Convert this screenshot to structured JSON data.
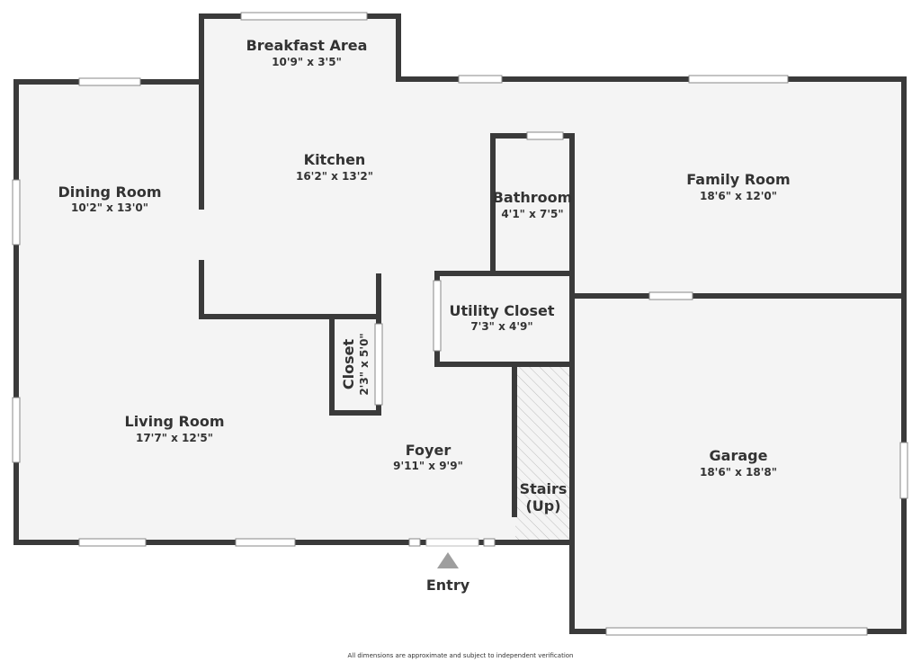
{
  "rooms": {
    "breakfast": {
      "name": "Breakfast Area",
      "dims": "10'9\" x 3'5\""
    },
    "kitchen": {
      "name": "Kitchen",
      "dims": "16'2\" x 13'2\""
    },
    "dining": {
      "name": "Dining Room",
      "dims": "10'2\" x 13'0\""
    },
    "bathroom": {
      "name": "Bathroom",
      "dims": "4'1\" x 7'5\""
    },
    "family": {
      "name": "Family Room",
      "dims": "18'6\" x 12'0\""
    },
    "utility": {
      "name": "Utility Closet",
      "dims": "7'3\" x 4'9\""
    },
    "closet": {
      "name": "Closet",
      "dims": "2'3\" x 5'0\""
    },
    "living": {
      "name": "Living Room",
      "dims": "17'7\" x 12'5\""
    },
    "foyer": {
      "name": "Foyer",
      "dims": "9'11\" x 9'9\""
    },
    "stairs": {
      "line1": "Stairs",
      "line2": "(Up)"
    },
    "garage": {
      "name": "Garage",
      "dims": "18'6\" x 18'8\""
    }
  },
  "entry_label": "Entry",
  "footer_note": "All dimensions are approximate and subject to independent verification",
  "colors": {
    "wall": "#3a3a3a",
    "floor": "#f4f4f4",
    "entry_arrow": "#9e9e9e"
  }
}
